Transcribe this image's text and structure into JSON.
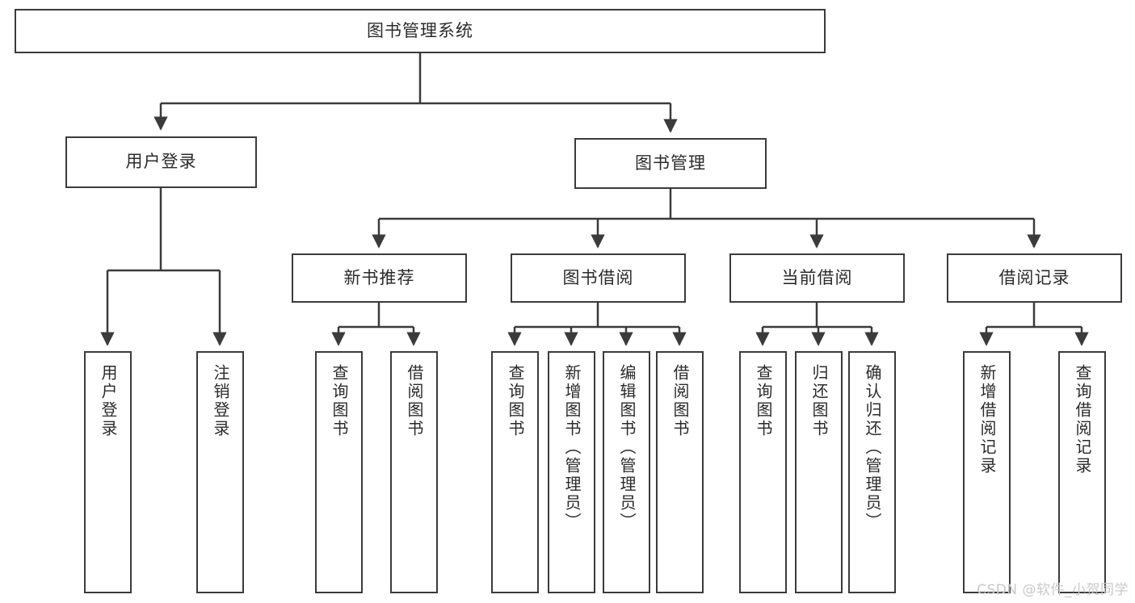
{
  "diagram": {
    "title": "图书管理系统",
    "type": "tree",
    "orientation": "top-down",
    "box_border_color": "#3b3b3b",
    "box_fill_color": "#ffffff",
    "text_color": "#2b2b2b",
    "connector_color": "#3b3b3b",
    "levels": [
      {
        "level": 1,
        "nodes": [
          {
            "id": "root",
            "label": "图书管理系统",
            "orientation": "horizontal"
          }
        ]
      },
      {
        "level": 2,
        "nodes": [
          {
            "id": "login",
            "label": "用户登录",
            "orientation": "horizontal",
            "parent": "root"
          },
          {
            "id": "bookmgmt",
            "label": "图书管理",
            "orientation": "horizontal",
            "parent": "root"
          }
        ]
      },
      {
        "level": 3,
        "nodes": [
          {
            "id": "newbook",
            "label": "新书推荐",
            "orientation": "horizontal",
            "parent": "bookmgmt"
          },
          {
            "id": "borrow",
            "label": "图书借阅",
            "orientation": "horizontal",
            "parent": "bookmgmt"
          },
          {
            "id": "current",
            "label": "当前借阅",
            "orientation": "horizontal",
            "parent": "bookmgmt"
          },
          {
            "id": "records",
            "label": "借阅记录",
            "orientation": "horizontal",
            "parent": "bookmgmt"
          }
        ]
      },
      {
        "level": 4,
        "nodes": [
          {
            "id": "leaf-user-login",
            "label": "用户登录",
            "orientation": "vertical",
            "parent": "login"
          },
          {
            "id": "leaf-user-logout",
            "label": "注销登录",
            "orientation": "vertical",
            "parent": "login"
          },
          {
            "id": "leaf-newbook-query",
            "label": "查询图书",
            "orientation": "vertical",
            "parent": "newbook"
          },
          {
            "id": "leaf-newbook-borrow",
            "label": "借阅图书",
            "orientation": "vertical",
            "parent": "newbook"
          },
          {
            "id": "leaf-borrow-query",
            "label": "查询图书",
            "orientation": "vertical",
            "parent": "borrow"
          },
          {
            "id": "leaf-borrow-add",
            "label": "新增图书（管理员）",
            "orientation": "vertical",
            "parent": "borrow"
          },
          {
            "id": "leaf-borrow-edit",
            "label": "编辑图书（管理员）",
            "orientation": "vertical",
            "parent": "borrow"
          },
          {
            "id": "leaf-borrow-lend",
            "label": "借阅图书",
            "orientation": "vertical",
            "parent": "borrow"
          },
          {
            "id": "leaf-current-query",
            "label": "查询图书",
            "orientation": "vertical",
            "parent": "current"
          },
          {
            "id": "leaf-current-return",
            "label": "归还图书",
            "orientation": "vertical",
            "parent": "current"
          },
          {
            "id": "leaf-current-confirm",
            "label": "确认归还（管理员）",
            "orientation": "vertical",
            "parent": "current"
          },
          {
            "id": "leaf-records-add",
            "label": "新增借阅记录",
            "orientation": "vertical",
            "parent": "records"
          },
          {
            "id": "leaf-records-query",
            "label": "查询借阅记录",
            "orientation": "vertical",
            "parent": "records"
          }
        ]
      }
    ]
  },
  "watermark": {
    "text": "CSDN @软件_小贺同学"
  }
}
